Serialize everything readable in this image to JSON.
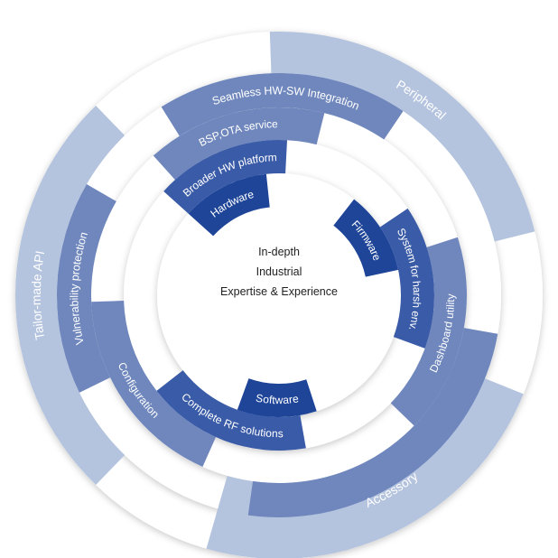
{
  "center": {
    "line1": "In-depth",
    "line2": "Industrial",
    "line3": "Expertise & Experience"
  },
  "colors": {
    "outer_ring": "#b4c3de",
    "third_ring": "#6f87bd",
    "second_ring": "#3a5ba7",
    "inner_ring": "#1f4599",
    "background_ring": "#ffffff",
    "center_text": "#222222"
  },
  "rings": {
    "inner": [
      "Hardware",
      "Firmware",
      "Software"
    ],
    "second": [
      "Broader HW platform",
      "System for harsh env.",
      "Complete RF solutions"
    ],
    "third": [
      "BSP,OTA service",
      "Dashboard utility",
      "Configuration"
    ],
    "fourth": [
      "Seamless HW-SW Integration",
      "Accessory",
      "Vulnerability protection"
    ],
    "outer": [
      "Peripheral",
      "Tailor-made API"
    ]
  }
}
